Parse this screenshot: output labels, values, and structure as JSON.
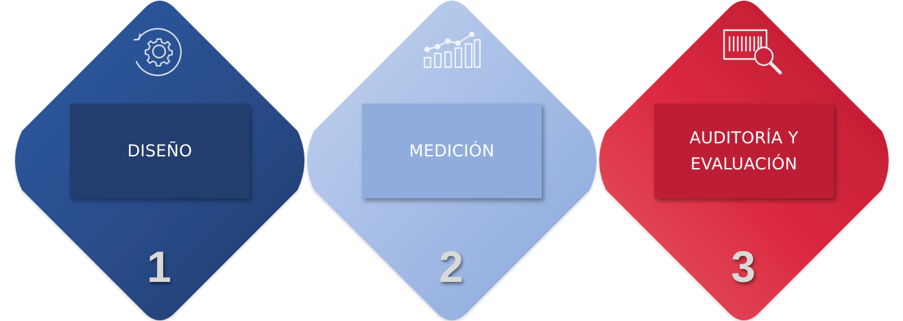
{
  "steps": [
    {
      "label_lines": [
        "DISEÑO"
      ],
      "number": "1",
      "icon": "gear-cycle-icon",
      "color": "#2b4f8c"
    },
    {
      "label_lines": [
        "MEDICIÓN"
      ],
      "number": "2",
      "icon": "bar-chart-trend-icon",
      "color": "#a9bfe6"
    },
    {
      "label_lines": [
        "AUDITORÍA Y",
        "EVALUACIÓN"
      ],
      "number": "3",
      "icon": "barcode-magnifier-icon",
      "color": "#d7283f"
    }
  ]
}
